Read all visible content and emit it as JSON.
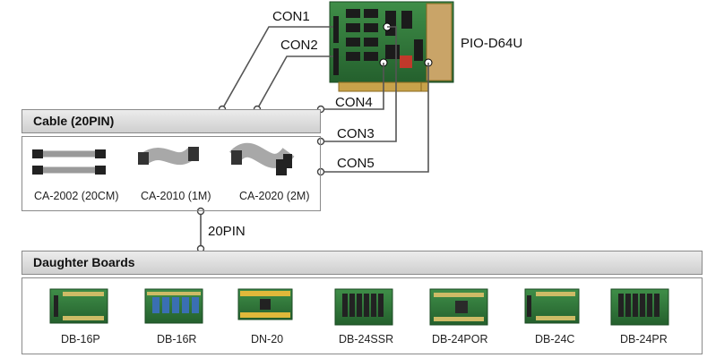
{
  "product_name": "PIO-D64U",
  "connectors": {
    "con1": "CON1",
    "con2": "CON2",
    "con3": "CON3",
    "con4": "CON4",
    "con5": "CON5"
  },
  "cable_section": {
    "title": "Cable (20PIN)",
    "cables": [
      {
        "label": "CA-2002 (20CM)"
      },
      {
        "label": "CA-2010 (1M)"
      },
      {
        "label": "CA-2020 (2M)"
      }
    ]
  },
  "link_label": "20PIN",
  "daughter_section": {
    "title": "Daughter Boards",
    "boards": [
      {
        "label": "DB-16P"
      },
      {
        "label": "DB-16R"
      },
      {
        "label": "DN-20"
      },
      {
        "label": "DB-24SSR"
      },
      {
        "label": "DB-24POR"
      },
      {
        "label": "DB-24C"
      },
      {
        "label": "DB-24PR"
      }
    ]
  },
  "colors": {
    "pcb_green": "#2f7a3a",
    "gold": "#c8a24a",
    "line": "#555555"
  }
}
